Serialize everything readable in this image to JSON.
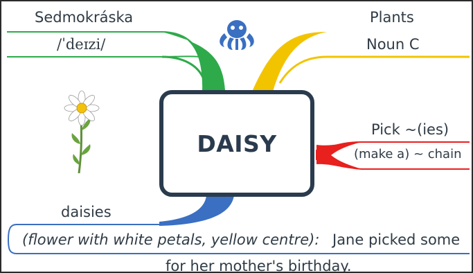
{
  "center": {
    "word": "DAISY"
  },
  "branches": {
    "translation": {
      "word": "Sedmokráska",
      "pronunciation": "/ˈdeɪzi/",
      "color": "#2eaa4a"
    },
    "category": {
      "topic": "Plants",
      "grammar": "Noun C",
      "color": "#f2c400"
    },
    "collocations": {
      "line1": "Pick ~(ies)",
      "line2": "(make a) ~ chain",
      "color": "#e8201e"
    },
    "definition": {
      "plural": "daisies",
      "definition": "(flower with white petals, yellow centre):",
      "example_part1": "Jane picked some",
      "example_part2": "for her mother's birthday.",
      "color": "#3a6fc2"
    }
  },
  "icons": {
    "logo": "octopus-icon",
    "illustration": "daisy-flower-icon"
  },
  "colors": {
    "text": "#2f3b45",
    "box_border": "#2b3b4e"
  }
}
